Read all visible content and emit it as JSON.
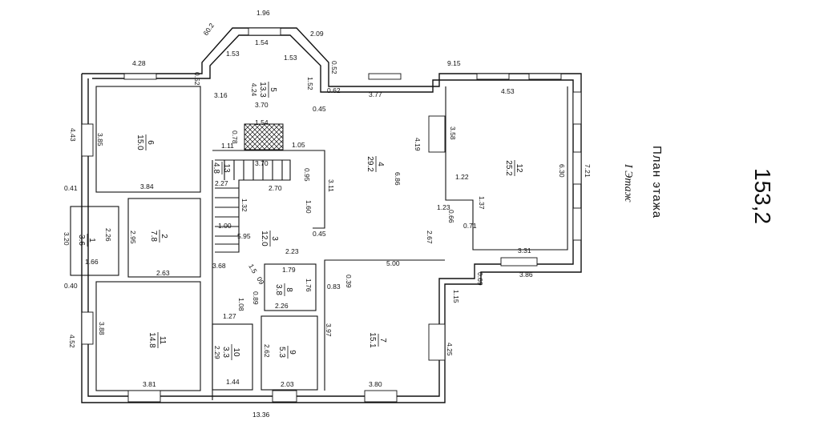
{
  "plan": {
    "title": "План этажа",
    "floor": "I Этаж",
    "total_area": "153,2"
  },
  "dimensions": {
    "bay_top": "1.96",
    "bay_left_diag": "60.2",
    "bay_right_diag": "2.09",
    "bay_inner_top": "1.54",
    "bay_left_inner": "1.53",
    "bay_right_inner": "1.53",
    "bay_left_small": "0.52",
    "bay_right_small": "0.52",
    "bay_right_depth": "1.52",
    "top_left_wall": "4.28",
    "top_right_wall": "9.15",
    "room5_width": "3.70",
    "room5_depth": "3.16",
    "room5_045": "0.45",
    "room5_062": "0.62",
    "room4_top": "3.77",
    "room12_top": "4.53",
    "left_443": "4.43",
    "room6_385": "3.85",
    "room6_bottom": "3.84",
    "stove_154": "1.54",
    "stove_078": "0.78",
    "d_111": "1.11",
    "d_105": "1.05",
    "room4_419": "4.19",
    "room12_358": "3.58",
    "room12_630": "6.30",
    "right_721": "7.21",
    "room12_122": "1.22",
    "room12_137": "1.37",
    "room12_123": "1.23",
    "room12_066": "0.66",
    "room12_071": "0.71",
    "stair_370": "3.70",
    "stair_095": "0.95",
    "stair_311": "3.11",
    "stair_270": "2.70",
    "stair_160": "1.60",
    "stair_132": "1.32",
    "stair_227": "2.27",
    "room4_686": "6.86",
    "left_041": "0.41",
    "left_320": "3.20",
    "room1_226": "2.26",
    "room2_295": "2.95",
    "room1_166": "1.66",
    "room2_263": "2.63",
    "room3_100": "1.00",
    "room3_595": "5.95",
    "room3_045": "0.45",
    "room3_223": "2.23",
    "room4_267": "2.67",
    "room4_500": "5.00",
    "room12_331": "3.31",
    "room12_386": "3.86",
    "room12_069": "0.69",
    "right_115": "1.15",
    "d_368": "3.68",
    "room8_179": "1.79",
    "room8_176": "1.76",
    "room8_226": "2.26",
    "room8_083": "0.83",
    "room8_039": "0.39",
    "room8_089": "0.89",
    "room8_09": "09",
    "room8_15": "1.5",
    "d_108": "1.08",
    "d_127": "1.27",
    "left_040": "0.40",
    "room11_388": "3.88",
    "left_452": "4.52",
    "room11_381": "3.81",
    "room10_229": "2.29",
    "room10_144": "1.44",
    "room9_262": "2.62",
    "room9_203": "2.03",
    "room7_397": "3.97",
    "room7_380": "3.80",
    "right_425": "4.25",
    "bottom_total": "13.36"
  },
  "rooms": [
    {
      "num": "5",
      "area": "13.3",
      "dim": "4.24"
    },
    {
      "num": "6",
      "area": "15.0"
    },
    {
      "num": "4",
      "area": "29.2"
    },
    {
      "num": "12",
      "area": "25.2"
    },
    {
      "num": "13",
      "area": "4.8"
    },
    {
      "num": "1",
      "area": "3.6"
    },
    {
      "num": "2",
      "area": "7.8"
    },
    {
      "num": "3",
      "area": "12.0"
    },
    {
      "num": "8",
      "area": "3.8"
    },
    {
      "num": "11",
      "area": "14.8"
    },
    {
      "num": "10",
      "area": "3.3"
    },
    {
      "num": "9",
      "area": "5.3"
    },
    {
      "num": "7",
      "area": "15.1"
    }
  ]
}
